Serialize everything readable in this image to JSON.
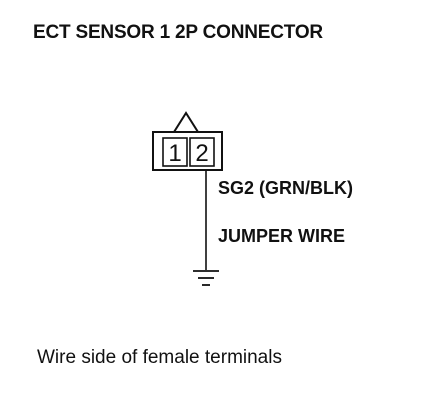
{
  "title": "ECT SENSOR 1 2P CONNECTOR",
  "connector": {
    "terminals": [
      "1",
      "2"
    ]
  },
  "wire": {
    "label_primary": "SG2 (GRN/BLK)",
    "label_secondary": "JUMPER WIRE"
  },
  "ground_symbol": "ground-icon",
  "caption": "Wire side of female terminals"
}
